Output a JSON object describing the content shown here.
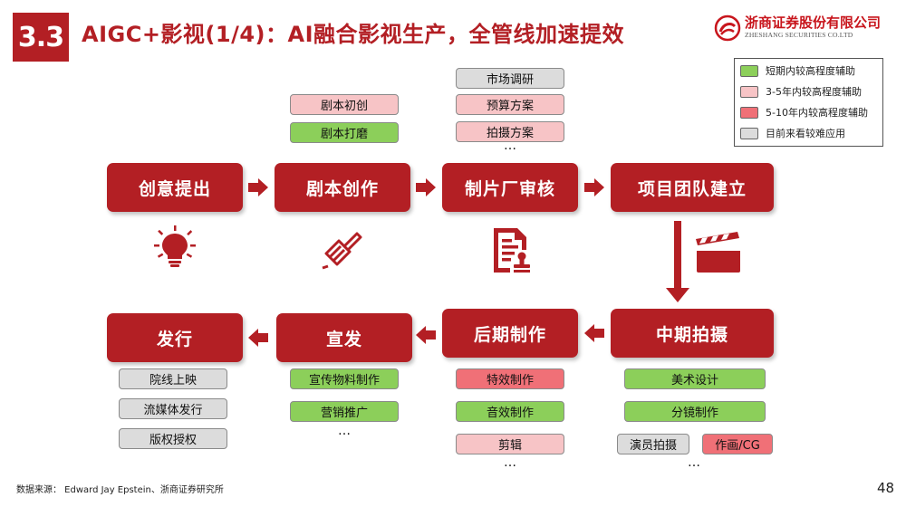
{
  "header": {
    "section_number": "3.3",
    "title": "AIGC+影视(1/4)：AI融合影视生产，全管线加速提效"
  },
  "logo": {
    "name_cn": "浙商证券股份有限公司",
    "name_en": "ZHESHANG SECURITIES CO.LTD"
  },
  "legend": [
    {
      "label": "短期内较高程度辅助",
      "color": "#8ccf5a"
    },
    {
      "label": "3-5年内较高程度辅助",
      "color": "#f7c4c6"
    },
    {
      "label": "5-10年内较高程度辅助",
      "color": "#f07077"
    },
    {
      "label": "目前来看较难应用",
      "color": "#dcdcdc"
    }
  ],
  "stages": {
    "idea": "创意提出",
    "script": "剧本创作",
    "review": "制片厂审核",
    "team": "项目团队建立",
    "shooting": "中期拍摄",
    "post": "后期制作",
    "promotion": "宣发",
    "release": "发行"
  },
  "tags": {
    "script": [
      "剧本初创",
      "剧本打磨"
    ],
    "review": [
      "市场调研",
      "预算方案",
      "拍摄方案"
    ],
    "shooting": [
      "美术设计",
      "分镜制作",
      "演员拍摄",
      "作画/CG"
    ],
    "post": [
      "特效制作",
      "音效制作",
      "剪辑"
    ],
    "promotion": [
      "宣传物料制作",
      "营销推广"
    ],
    "release": [
      "院线上映",
      "流媒体发行",
      "版权授权"
    ]
  },
  "ellipsis": "…",
  "ellipsis_wide": "…",
  "icons": {
    "idea": "lightbulb-icon",
    "script": "pen-paper-icon",
    "review": "document-stamp-icon",
    "team": "clapperboard-icon"
  },
  "footer": {
    "source": "数据来源： Edward Jay Epstein、浙商证券研究所",
    "page_number": "48"
  }
}
